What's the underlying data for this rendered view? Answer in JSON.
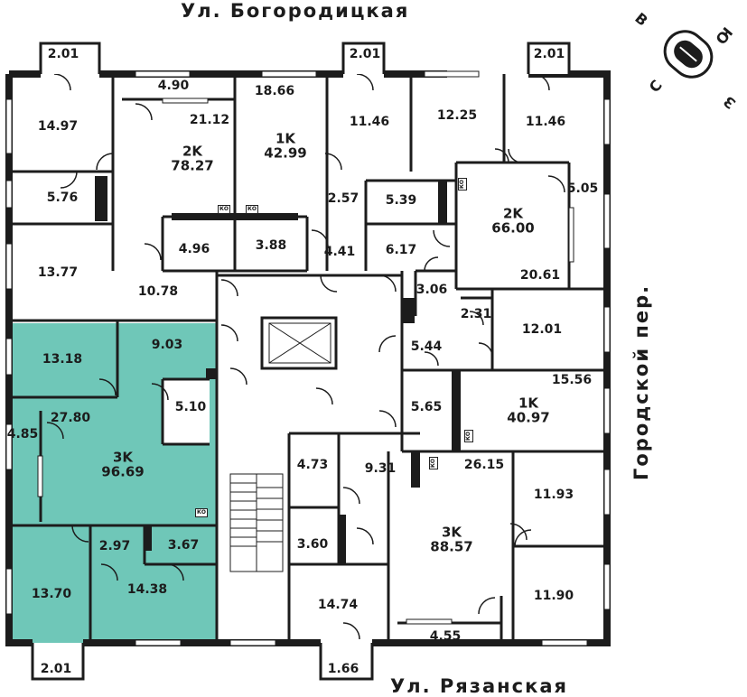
{
  "streets": {
    "north": "Ул. Богородицкая",
    "south": "Ул. Рязанская",
    "east": "Городской пер."
  },
  "compass": {
    "letters": [
      "В",
      "Ю",
      "З",
      "С"
    ]
  },
  "highlight_color": "#6fc7b8",
  "apartments": [
    {
      "id": "a1",
      "type": "2K",
      "area": "78.27"
    },
    {
      "id": "a2",
      "type": "1K",
      "area": "42.99"
    },
    {
      "id": "a3",
      "type": "2K",
      "area": "66.00"
    },
    {
      "id": "a4",
      "type": "1K",
      "area": "40.97"
    },
    {
      "id": "a5",
      "type": "3K",
      "area": "96.69"
    },
    {
      "id": "a6",
      "type": "3K",
      "area": "88.57"
    }
  ],
  "rooms": [
    "2.01",
    "2.01",
    "2.01",
    "4.90",
    "21.12",
    "14.97",
    "18.66",
    "11.46",
    "12.25",
    "11.46",
    "5.76",
    "2.57",
    "5.39",
    "5.05",
    "4.96",
    "3.88",
    "4.41",
    "6.17",
    "13.77",
    "10.78",
    "20.61",
    "3.06",
    "2.31",
    "12.01",
    "13.18",
    "9.03",
    "5.44",
    "15.56",
    "5.10",
    "27.80",
    "5.65",
    "4.85",
    "4.73",
    "9.31",
    "26.15",
    "11.93",
    "2.97",
    "3.67",
    "3.60",
    "13.70",
    "14.38",
    "14.74",
    "11.90",
    "4.55",
    "2.01",
    "1.66"
  ],
  "ko_label": "КО"
}
